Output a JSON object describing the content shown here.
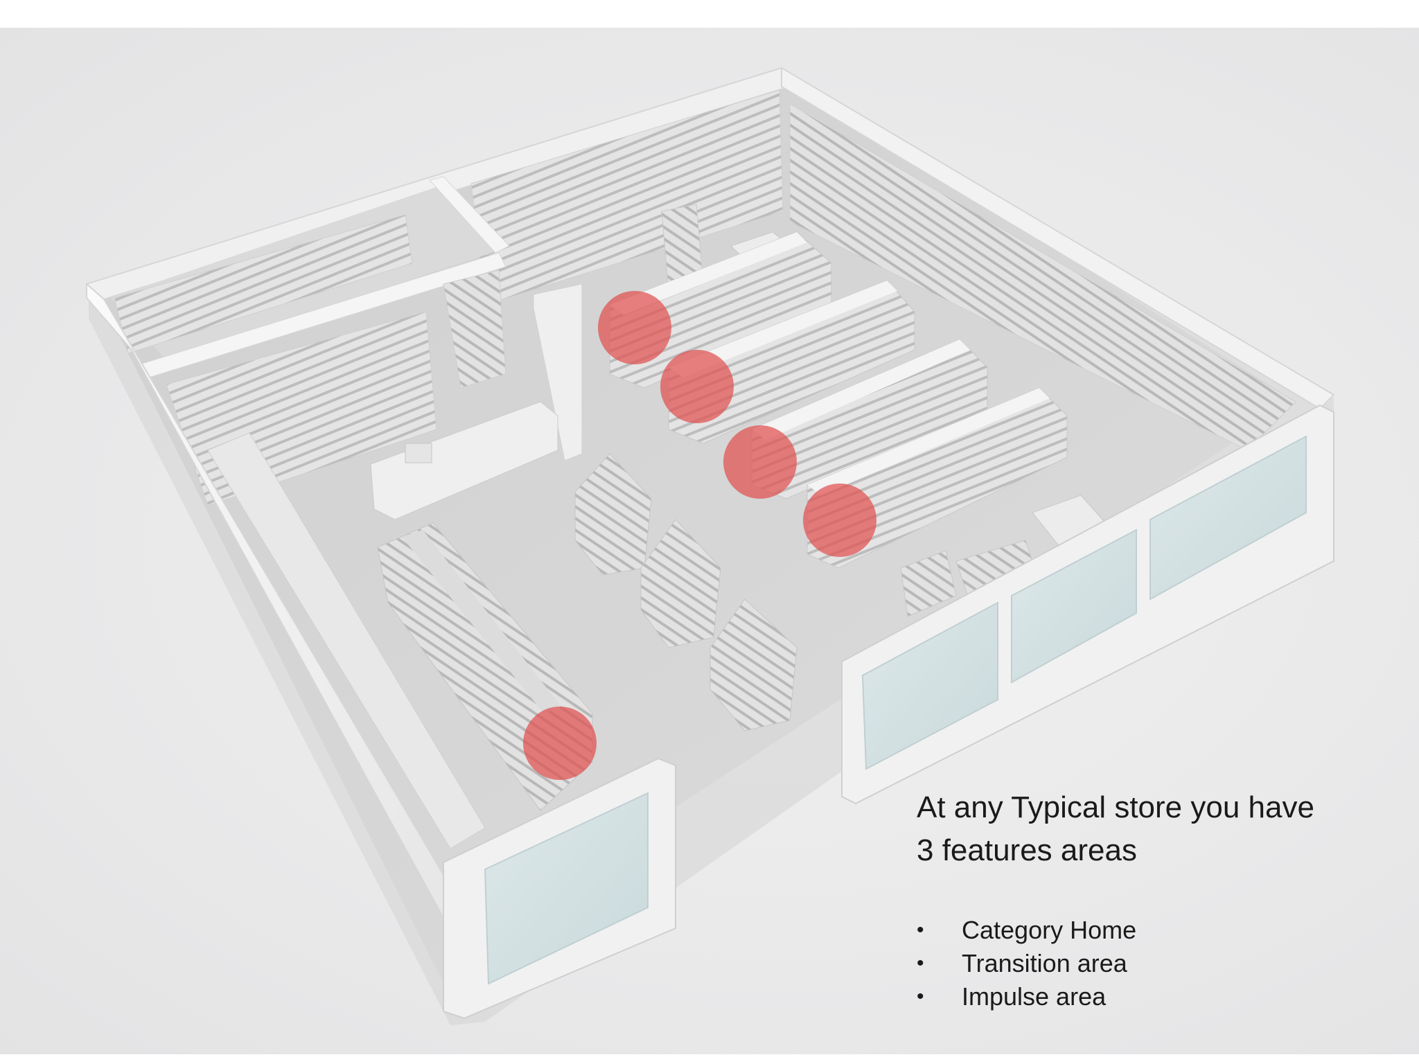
{
  "caption": {
    "heading_line1": "At any Typical store you have",
    "heading_line2": "3 features areas",
    "items": [
      "Category Home",
      "Transition area",
      "Impulse area"
    ]
  },
  "colors": {
    "highlight": "#e05050",
    "glass": "#d3e1e2",
    "floor": "#d9d9d9",
    "wall": "#f4f4f4"
  }
}
